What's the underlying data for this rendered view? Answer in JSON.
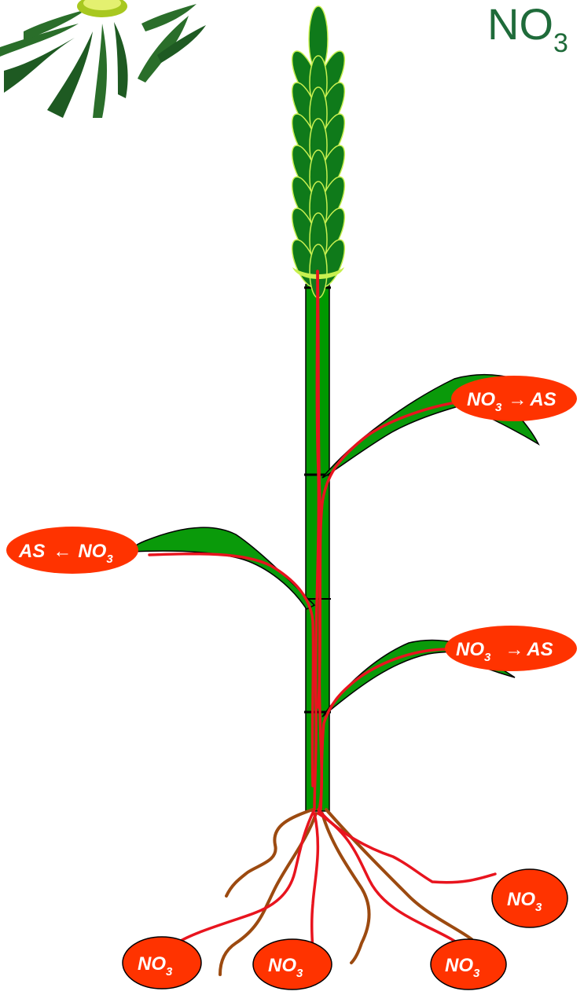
{
  "title": {
    "main": "NO",
    "sub": "3"
  },
  "labels": {
    "leaf_upper_right": {
      "pre": "NO",
      "sub": "3",
      "arrow": "→",
      "post": "AS"
    },
    "leaf_middle_left": {
      "pre": "AS",
      "arrow": "←",
      "post": "NO",
      "sub": "3"
    },
    "leaf_lower_right": {
      "pre": "NO",
      "sub": "3",
      "arrow": "→",
      "post": "AS"
    },
    "root_right": {
      "pre": "NO",
      "sub": "3"
    },
    "root_left": {
      "pre": "NO",
      "sub": "3"
    },
    "root_center": {
      "pre": "NO",
      "sub": "3"
    },
    "root_far_right": {
      "pre": "NO",
      "sub": "3"
    }
  },
  "colors": {
    "label_fill": "#ff3300",
    "stem_green": "#009900",
    "leaf_green": "#0a9a0a",
    "spike_green": "#0f7a1a",
    "spike_edge": "#c8f050",
    "vessel_red": "#e8141e",
    "root_brown": "#9c4a10",
    "title_green": "#1f6b3a"
  },
  "icons": [
    "thistle-plant-icon"
  ]
}
